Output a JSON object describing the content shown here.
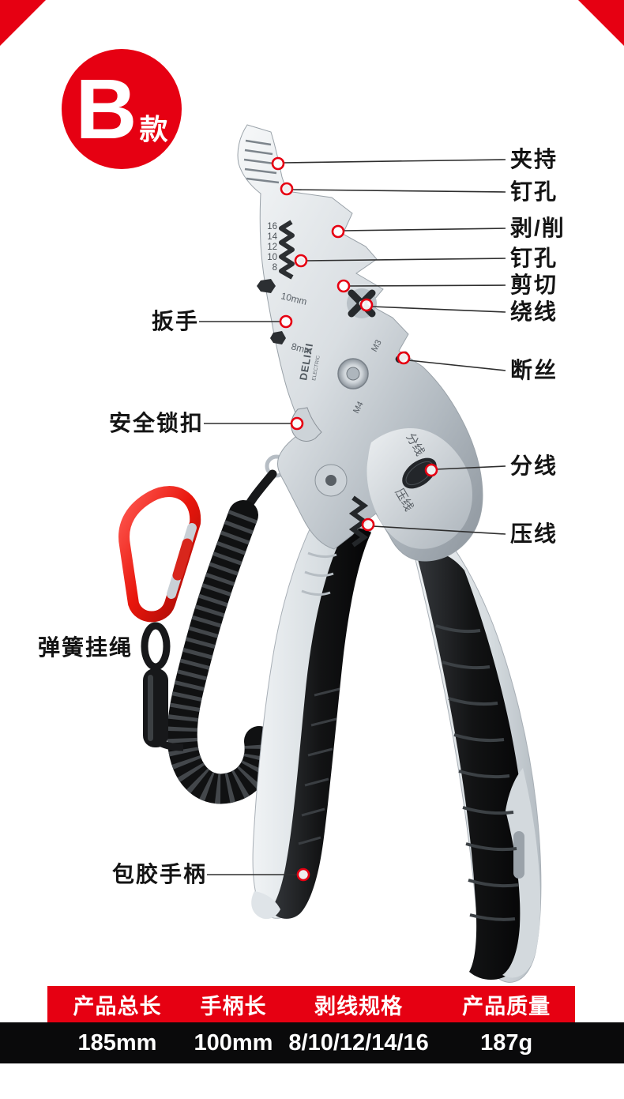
{
  "badge": {
    "letter": "B",
    "type_suffix": "款"
  },
  "callouts": {
    "right": [
      {
        "label": "夹持"
      },
      {
        "label": "钉孔"
      },
      {
        "label": "剥/削"
      },
      {
        "label": "钉孔"
      },
      {
        "label": "剪切"
      },
      {
        "label": "绕线"
      },
      {
        "label": "断丝"
      },
      {
        "label": "分线"
      },
      {
        "label": "压线"
      }
    ],
    "left": [
      {
        "label": "扳手"
      },
      {
        "label": "安全锁扣"
      },
      {
        "label": "弹簧挂绳"
      },
      {
        "label": "包胶手柄"
      }
    ]
  },
  "tool_markings": {
    "strip_sizes": [
      "16",
      "14",
      "12",
      "10",
      "8"
    ],
    "wrench_sizes": [
      "10mm",
      "8mm"
    ],
    "screw_sizes": [
      "M3",
      "M4"
    ],
    "face_labels": [
      "分线",
      "压线"
    ],
    "brand": "DELIXI",
    "brand_sub": "ELECTRIC"
  },
  "spec_table": {
    "columns": [
      {
        "header": "产品总长",
        "value": "185mm"
      },
      {
        "header": "手柄长",
        "value": "100mm"
      },
      {
        "header": "剥线规格",
        "value": "8/10/12/14/16"
      },
      {
        "header": "产品质量",
        "value": "187g"
      }
    ]
  },
  "colors": {
    "accent_red": "#e60012",
    "value_bg": "#0a0a0b",
    "label_ink": "#141414"
  }
}
